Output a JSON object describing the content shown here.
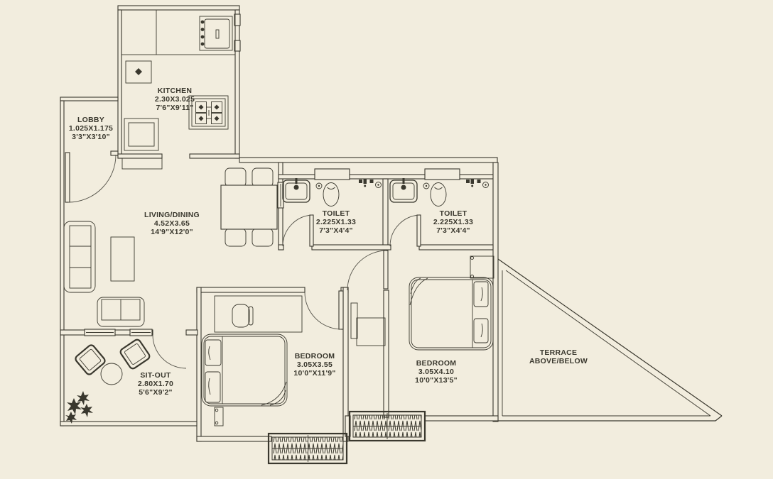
{
  "palette": {
    "background": "#f2edde",
    "line": "#3a382e"
  },
  "rooms": {
    "kitchen": {
      "name": "KITCHEN",
      "dim_m": "2.30X3.025",
      "dim_ft": "7'6\"X9'11\""
    },
    "lobby": {
      "name": "LOBBY",
      "dim_m": "1.025X1.175",
      "dim_ft": "3'3\"X3'10\""
    },
    "living_dining": {
      "name": "LIVING/DINING",
      "dim_m": "4.52X3.65",
      "dim_ft": "14'9\"X12'0\""
    },
    "toilet_1": {
      "name": "TOILET",
      "dim_m": "2.225X1.33",
      "dim_ft": "7'3\"X4'4\""
    },
    "toilet_2": {
      "name": "TOILET",
      "dim_m": "2.225X1.33",
      "dim_ft": "7'3\"X4'4\""
    },
    "bedroom_1": {
      "name": "BEDROOM",
      "dim_m": "3.05X3.55",
      "dim_ft": "10'0\"X11'9\""
    },
    "bedroom_2": {
      "name": "BEDROOM",
      "dim_m": "3.05X4.10",
      "dim_ft": "10'0\"X13'5\""
    },
    "sit_out": {
      "name": "SIT-OUT",
      "dim_m": "2.80X1.70",
      "dim_ft": "5'6\"X9'2\""
    },
    "terrace": {
      "name": "TERRACE",
      "sub": "ABOVE/BELOW"
    }
  }
}
